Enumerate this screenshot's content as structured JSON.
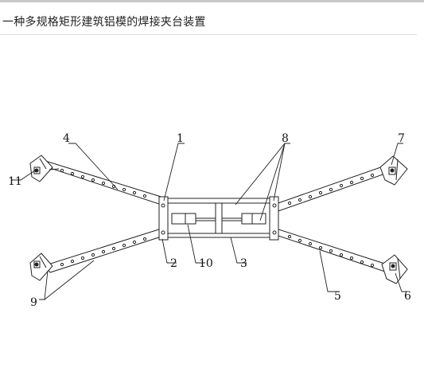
{
  "header": {
    "title": "一种多规格矩形建筑铝模的焊接夹台装置"
  },
  "figure": {
    "labels": {
      "l1": "1",
      "l2": "2",
      "l3": "3",
      "l4": "4",
      "l5": "5",
      "l6": "6",
      "l7": "7",
      "l8": "8",
      "l9": "9",
      "l10": "10",
      "l11": "11"
    },
    "stroke_color": "#222222"
  }
}
